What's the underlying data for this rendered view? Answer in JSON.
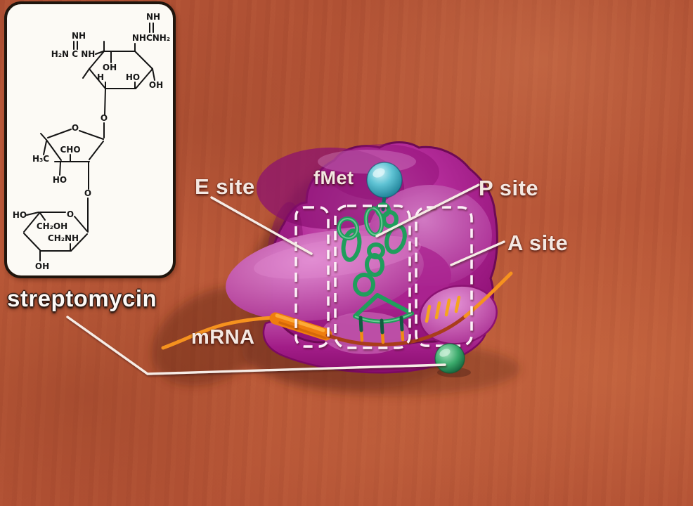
{
  "scene": {
    "description": "Streptomycin antibiotic binding a bacterial ribosome during translation",
    "background_color": "#b5563a"
  },
  "inset": {
    "caption": "streptomycin",
    "atom_labels": [
      "NH",
      "H₂N C NH",
      "NH",
      "NHCNH₂",
      "OH",
      "H",
      "HO",
      "OH",
      "O",
      "O",
      "CHO",
      "H₃C",
      "HO",
      "O",
      "HO",
      "O",
      "CH₂OH",
      "CH₂NH",
      "OH"
    ]
  },
  "ribosome": {
    "labels": {
      "fmet": "fMet",
      "e_site": "E site",
      "p_site": "P site",
      "a_site": "A site",
      "mrna": "mRNA"
    },
    "colors": {
      "body": "#a81f8d",
      "body_light": "#cd67ba",
      "body_dark": "#7c0a63",
      "mrna": "#f6921e",
      "mrna_inner": "#a93d1b",
      "trna": "#1f9e5c",
      "fmet_sphere": "#3fb0c4",
      "streptomycin_sphere": "#2f9e63",
      "site_outline": "#fdf0f7",
      "pointer_line": "#f6ece6",
      "label_text": "#f4e8e2"
    }
  }
}
